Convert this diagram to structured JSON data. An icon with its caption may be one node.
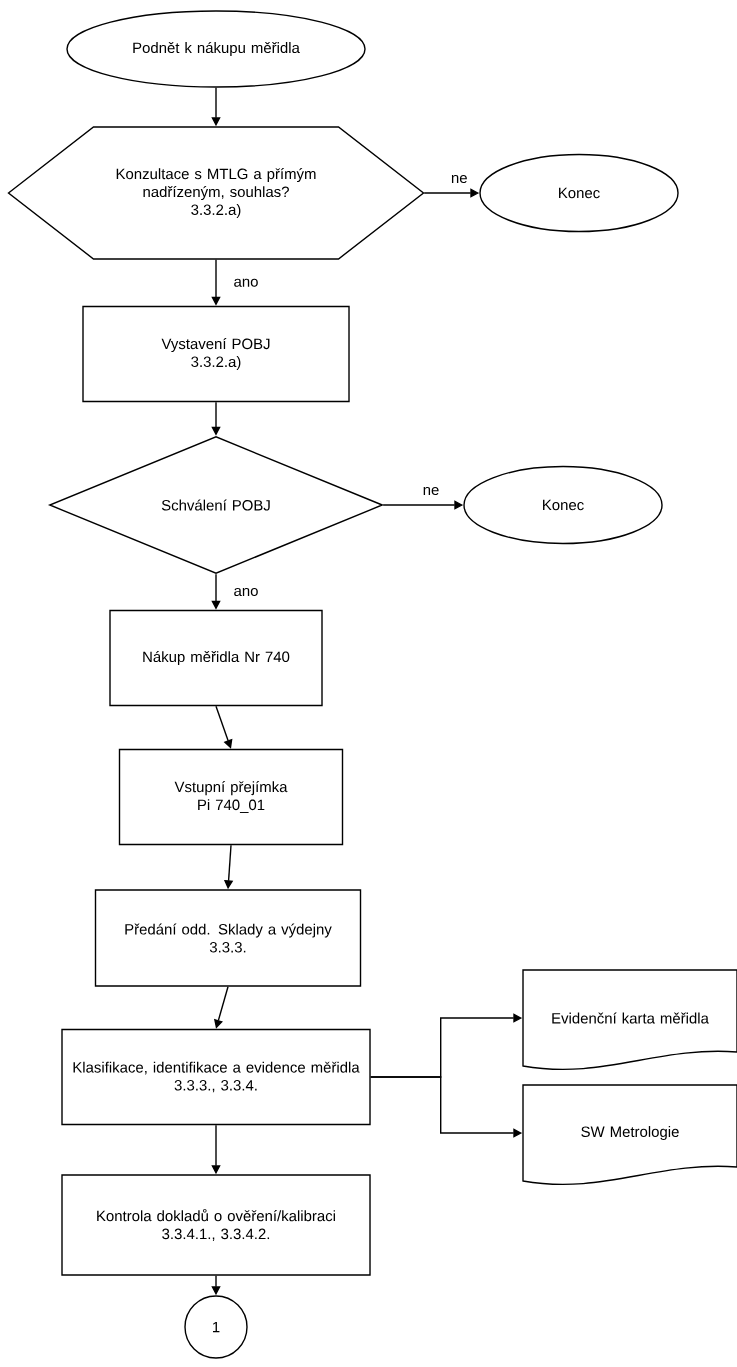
{
  "diagram": {
    "nodes": [
      {
        "text": [
          "Podnět k nákupu měřidla"
        ]
      },
      {
        "text": [
          "Konzultace s MTLG a přímým nadřízeným, souhlas?",
          "3.3.2.a)"
        ]
      },
      {
        "text": [
          "Konec"
        ]
      },
      {
        "text": [
          "Vystavení POBJ",
          "3.3.2.a)"
        ]
      },
      {
        "text": [
          "Schválení POBJ"
        ]
      },
      {
        "text": [
          "Konec"
        ]
      },
      {
        "text": [
          "Nákup měřidla Nr 740"
        ]
      },
      {
        "text": [
          "Vstupní přejímka",
          "Pi 740_01"
        ]
      },
      {
        "text": [
          "Předání odd. Sklady a výdejny",
          "3.3.3."
        ]
      },
      {
        "text": [
          "Klasifikace, identifikace a evidence měřidla",
          "3.3.3., 3.3.4."
        ]
      },
      {
        "text": [
          "Evidenční karta měřidla"
        ]
      },
      {
        "text": [
          "SW Metrologie"
        ]
      },
      {
        "text": [
          "Kontrola dokladů o ověření/kalibraci",
          "3.3.4.1., 3.3.4.2."
        ]
      },
      {
        "text": [
          "1"
        ]
      }
    ],
    "edges": [
      {
        "from": 0,
        "to": 1,
        "arrow": "to"
      },
      {
        "from": 1,
        "to": 2,
        "arrow": "to",
        "label": "ne"
      },
      {
        "from": 1,
        "to": 3,
        "arrow": "to",
        "label": "ano"
      },
      {
        "from": 3,
        "to": 4,
        "arrow": "to"
      },
      {
        "from": 4,
        "to": 5,
        "arrow": "to",
        "label": "ne"
      },
      {
        "from": 4,
        "to": 6,
        "arrow": "to",
        "label": "ano"
      },
      {
        "from": 6,
        "to": 7,
        "arrow": "to"
      },
      {
        "from": 7,
        "to": 8,
        "arrow": "to"
      },
      {
        "from": 8,
        "to": 9,
        "arrow": "to"
      },
      {
        "from": 9,
        "to": 10,
        "arrow": "to"
      },
      {
        "from": 9,
        "to": 11,
        "arrow": "to"
      },
      {
        "from": 9,
        "to": 12,
        "arrow": "to"
      },
      {
        "from": 12,
        "to": 13,
        "arrow": "to"
      }
    ]
  }
}
